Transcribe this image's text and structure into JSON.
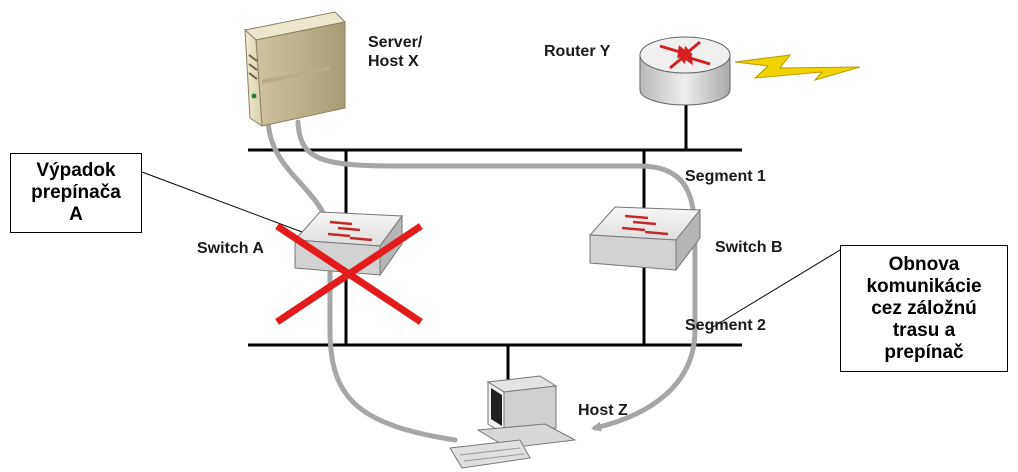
{
  "labels": {
    "server_line1": "Server/",
    "server_line2": "Host X",
    "router": "Router Y",
    "segment1": "Segment 1",
    "segment2": "Segment 2",
    "switch_a": "Switch A",
    "switch_b": "Switch B",
    "host_z": "Host Z"
  },
  "callout_failure": {
    "lines": [
      "Výpadok",
      "prepínača",
      "A"
    ]
  },
  "callout_recovery": {
    "lines": [
      "Obnova",
      "komunikácie",
      "cez záložnú",
      "trasu a",
      "prepínač"
    ]
  },
  "icons": {
    "server": "server-tower-icon",
    "router": "router-icon",
    "switch": "switch-icon",
    "host": "desktop-computer-icon",
    "failure": "red-x-icon",
    "wan": "lightning-bolt-icon"
  },
  "colors": {
    "bus": "#000000",
    "path": "#a6a6a6",
    "failure": "#e31b1b",
    "router_arrows": "#d42020",
    "switch_arrows": "#c62828",
    "bolt": "#f2d200"
  }
}
